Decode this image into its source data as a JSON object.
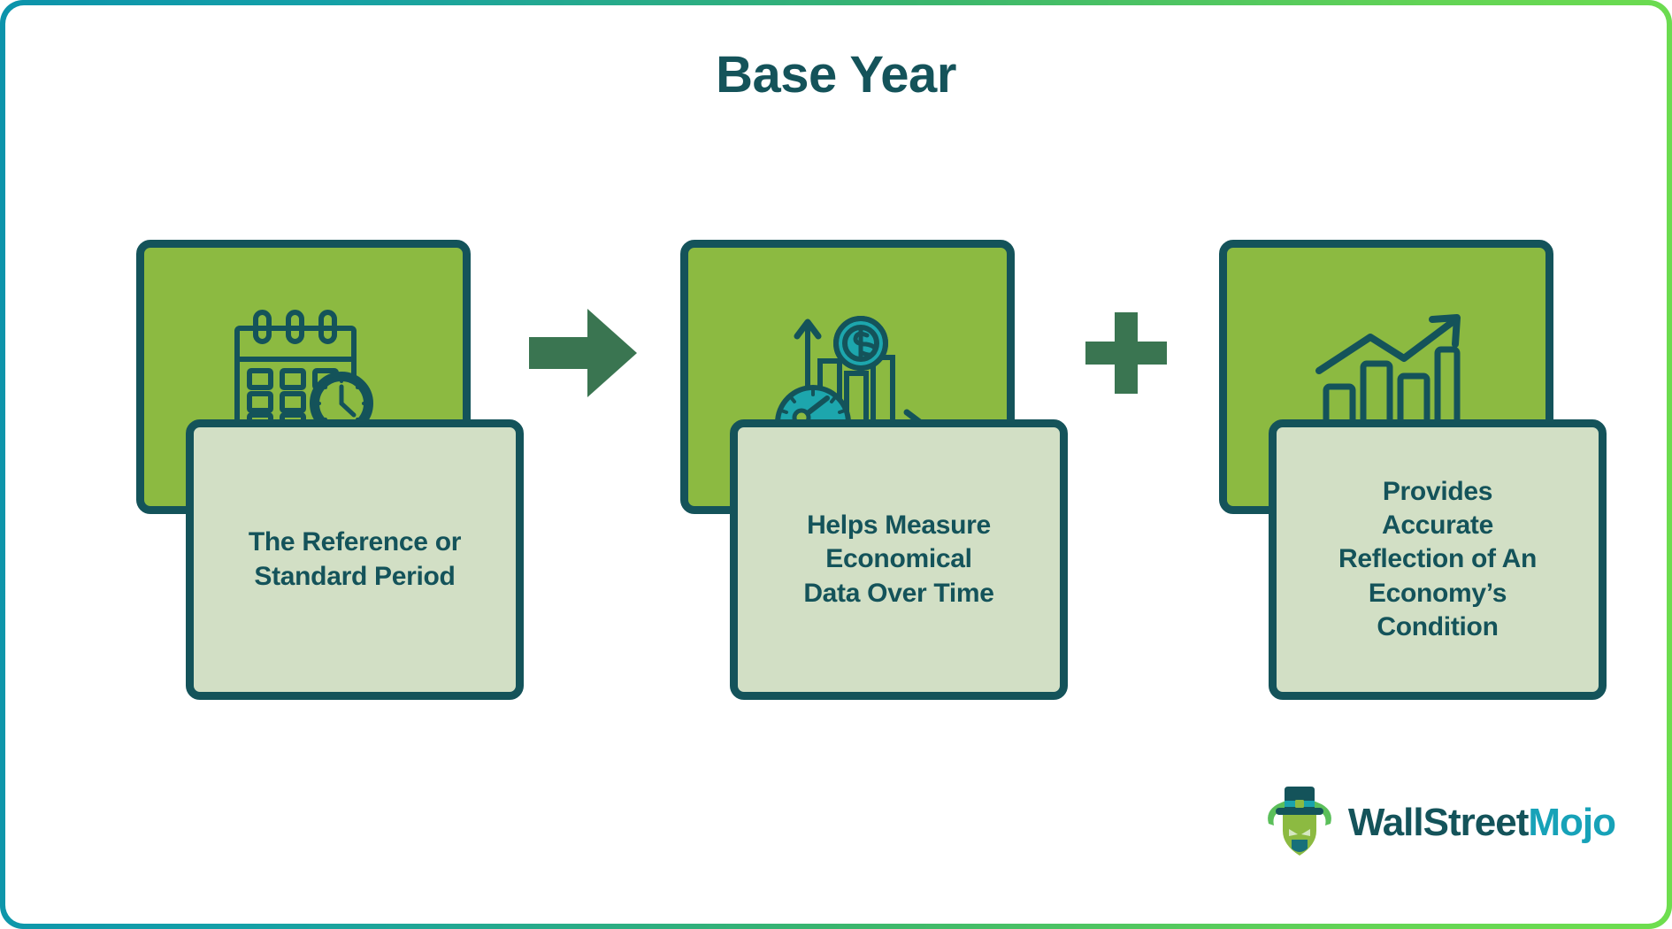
{
  "page": {
    "title": "Base Year",
    "frame_gradient_from": "#0c93ab",
    "frame_gradient_to": "#6ede4e",
    "background": "#ffffff"
  },
  "theme": {
    "dark_teal": "#14535a",
    "card_green": "#8cba41",
    "card_sage": "#d2dfc5",
    "connector_green": "#3a7551",
    "accent_teal": "#17a2b8"
  },
  "cards": [
    {
      "id": "card-1",
      "icon_name": "calendar-clock-icon",
      "text": "The Reference or\nStandard Period",
      "lines": [
        "The Reference or",
        "Standard Period"
      ]
    },
    {
      "id": "card-2",
      "icon_name": "gauge-dollar-barchart-icon",
      "text": "Helps Measure\nEconomical\nData Over Time",
      "lines": [
        "Helps Measure",
        "Economical",
        "Data Over Time"
      ]
    },
    {
      "id": "card-3",
      "icon_name": "growth-barchart-arrow-icon",
      "text": "Provides\nAccurate\nReflection of An\nEconomy’s\nCondition",
      "lines": [
        "Provides",
        "Accurate",
        "Reflection of An",
        "Economy’s",
        "Condition"
      ]
    }
  ],
  "connectors": [
    {
      "id": "connector-arrow",
      "icon_name": "right-arrow-icon",
      "symbol": "→",
      "color": "#3a7551"
    },
    {
      "id": "connector-plus",
      "icon_name": "plus-icon",
      "symbol": "+",
      "color": "#3a7551"
    }
  ],
  "logo": {
    "icon_name": "bull-tophat-logo-icon",
    "text_primary": "WallStreet",
    "text_accent": "Mojo"
  }
}
